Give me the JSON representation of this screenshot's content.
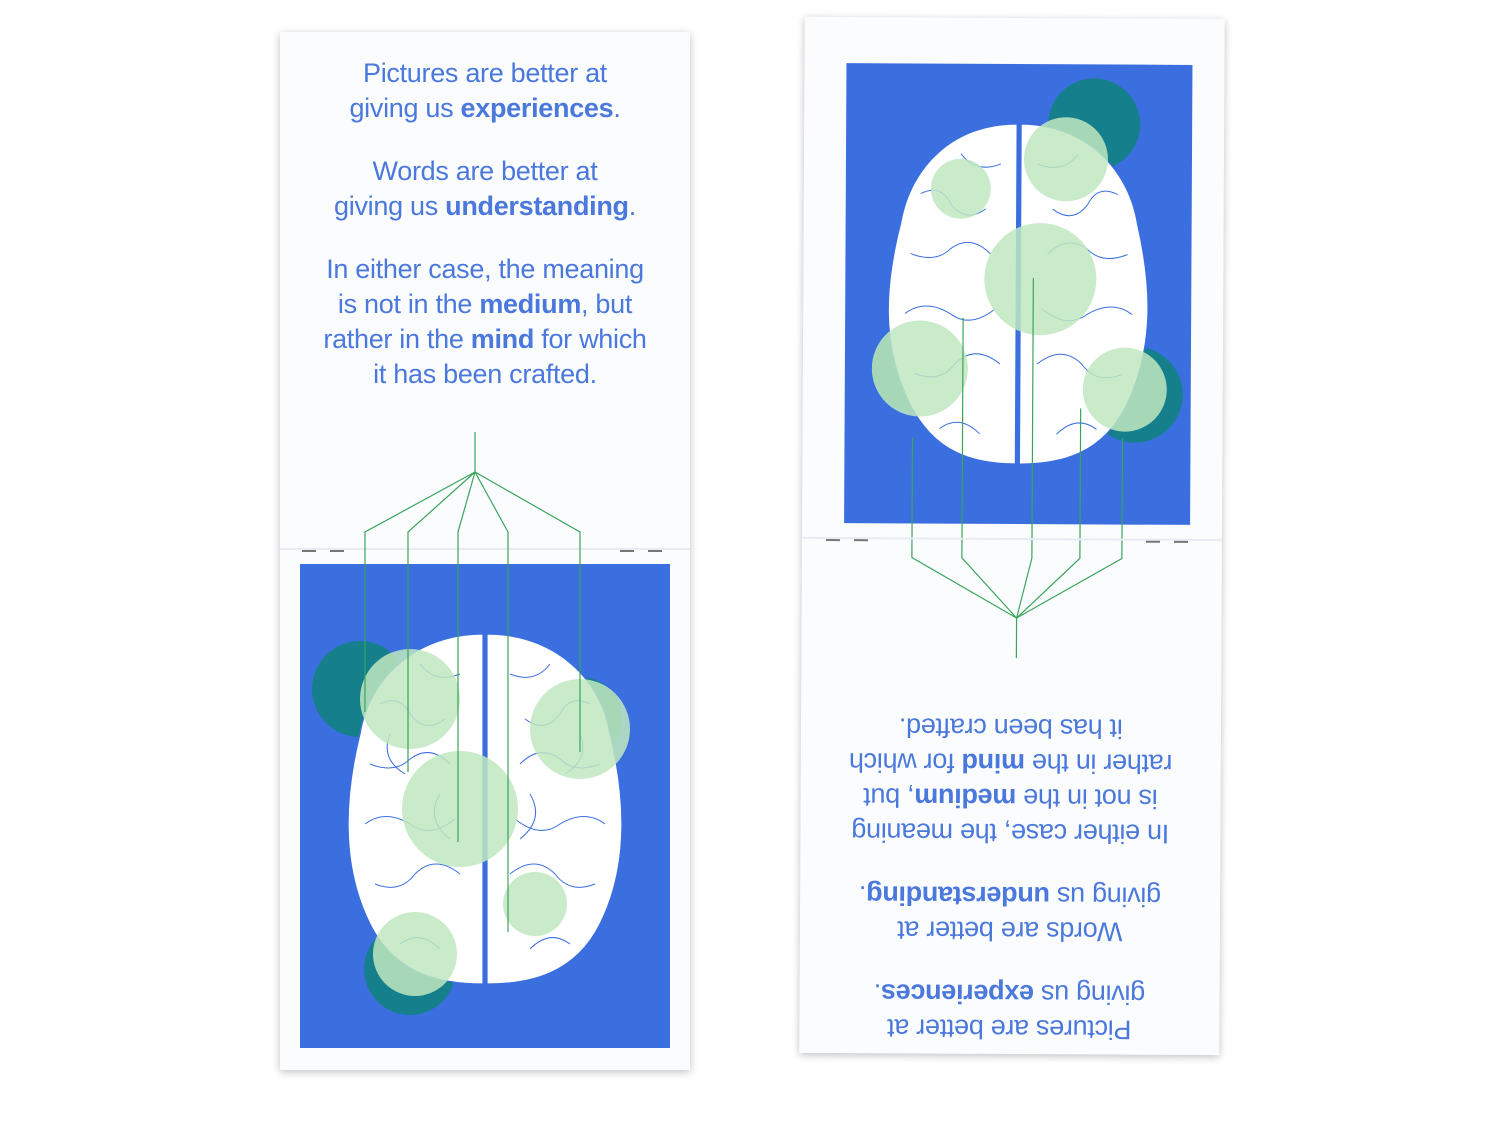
{
  "booklet": {
    "line1": "Pictures are better at",
    "line2_pre": "giving us ",
    "line2_bold": "experiences",
    "line2_post": ".",
    "line3": "Words are better at",
    "line4_pre": "giving us ",
    "line4_bold": "understanding",
    "line4_post": ".",
    "line5": "In either case, the meaning",
    "line6_pre": "is not in the ",
    "line6_bold": "medium",
    "line6_post": ", but",
    "line7_pre": "rather in the ",
    "line7_bold": "mind",
    "line7_post": " for which",
    "line8": "it has been crafted."
  },
  "colors": {
    "text_blue": "#4a78dc",
    "panel_blue": "#3b6fe0",
    "teal": "#157f8c",
    "mint": "#bfe8bf",
    "line_green": "#3aa45a"
  },
  "illustration": "brain-with-highlighted-regions"
}
